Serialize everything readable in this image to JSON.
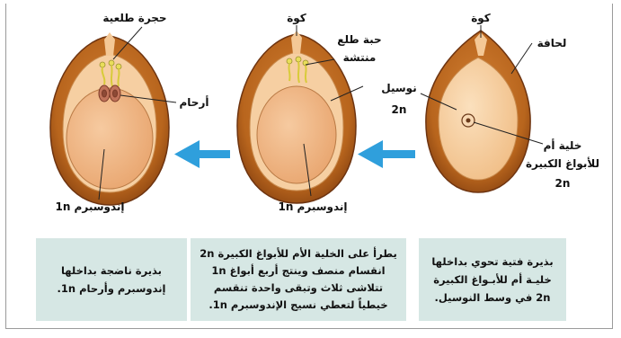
{
  "colors": {
    "coat": "#b8651d",
    "coat_dark": "#7a3a0e",
    "nucellus": "#f4c896",
    "endosperm": "#edb27e",
    "embryo_sac": "#f7d3a8",
    "arrow": "#2f9fdc",
    "text_box": "#d6e7e4",
    "pollen_tube": "#e9de5a",
    "ovary": "#c0735a"
  },
  "stage1": {
    "label_micropyle": "كوة",
    "label_integument": "لحافة",
    "label_nucellus_a": "نوسيل",
    "label_nucellus_b": "2n",
    "label_cell_a": "خلية أم",
    "label_cell_b": "للأبواغ الكبيرة",
    "label_cell_c": "2n",
    "caption": "بذيرة فتية تحوي بداخلها خليـة أم للأبـواغ الكبيرة 2n في وسط النوسيل."
  },
  "stage2": {
    "label_micropyle": "كوة",
    "label_pollen_a": "حبة طلع",
    "label_pollen_b": "منتشة",
    "label_endosperm": "إندوسبرم 1n",
    "caption": "يطرأ على الخلية الأم للأبواغ الكبيرة 2n انقسام منصف وينتج أربع أبواغ 1n تتلاشى ثلاث وتبقى واحدة تنقسم خيطياً لتعطي نسيج الإندوسبرم 1n."
  },
  "stage3": {
    "label_pollen_chamber": "حجرة طلعية",
    "label_archegonia": "أرحام",
    "label_endosperm": "إندوسبرم 1n",
    "caption": "بذيرة ناضجة بداخلها إندوسبرم وأرحام 1n."
  },
  "arrows": [
    "arrow-left-icon",
    "arrow-left-icon"
  ]
}
